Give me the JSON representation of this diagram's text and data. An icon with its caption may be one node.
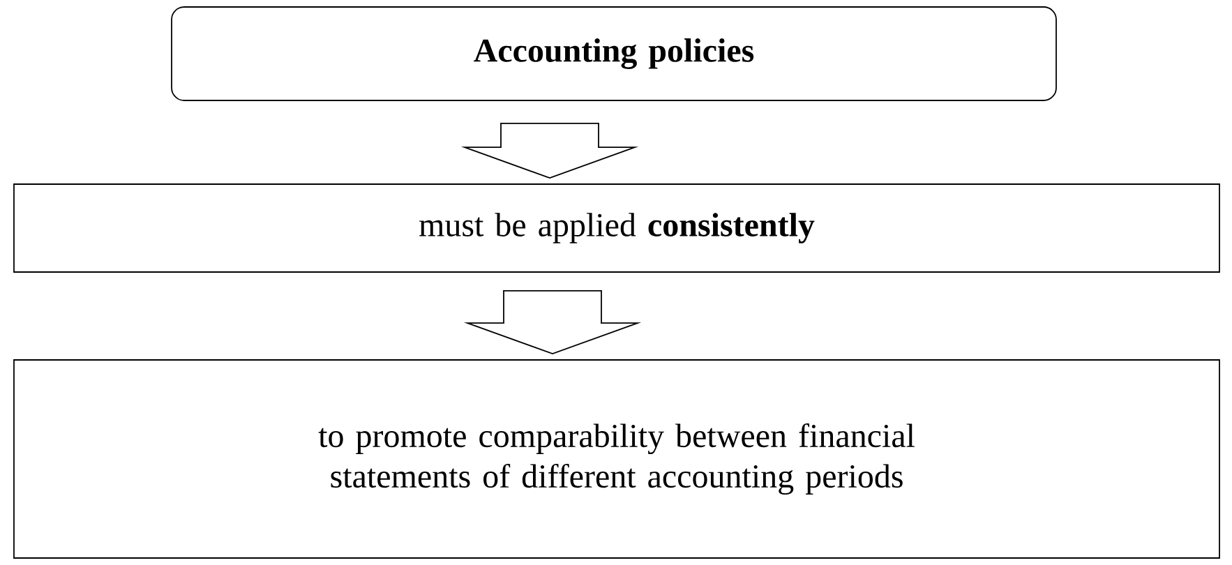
{
  "diagram": {
    "nodes": [
      {
        "text": [
          "Accounting policies"
        ]
      },
      {
        "text": [
          "must be applied **consistently**"
        ]
      },
      {
        "text": [
          "to promote comparability between financial statements of different accounting periods"
        ]
      }
    ],
    "edges": [
      {
        "from": 0,
        "to": 1,
        "arrow": "to"
      },
      {
        "from": 1,
        "to": 2,
        "arrow": "to"
      }
    ]
  }
}
